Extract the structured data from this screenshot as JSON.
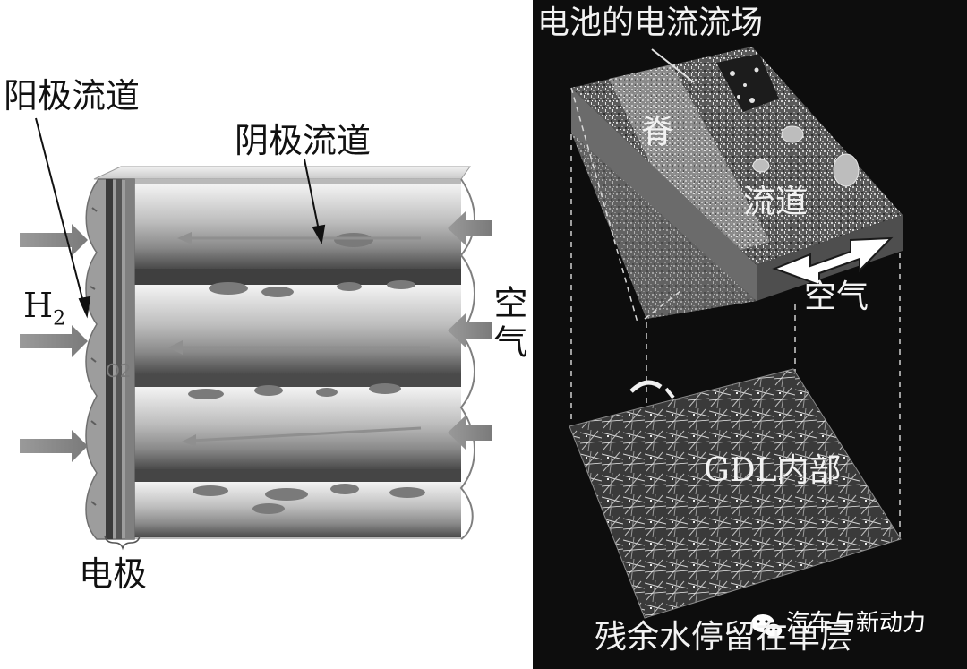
{
  "left_panel": {
    "anode_channel_label": "阳极流道",
    "cathode_channel_label": "阴极流道",
    "hydrogen_label": "H",
    "hydrogen_subscript": "2",
    "air_label": "空气",
    "electrode_label": "电极",
    "o2_mark": "O2"
  },
  "right_panel": {
    "flow_field_label": "电池的电流流场",
    "ridge_label": "脊",
    "channel_label": "流道",
    "air_label": "空气",
    "gdl_label": "GDL内部",
    "residual_water_label": "残余水停留在单层"
  },
  "watermark": {
    "text": "汽车与新动力",
    "icon": "wechat-icon"
  },
  "colors": {
    "right_background": "#0d0d0d",
    "label_dark": "#111111",
    "label_light": "#f2f2f2",
    "arrow_gray": "#8c8c8c"
  }
}
